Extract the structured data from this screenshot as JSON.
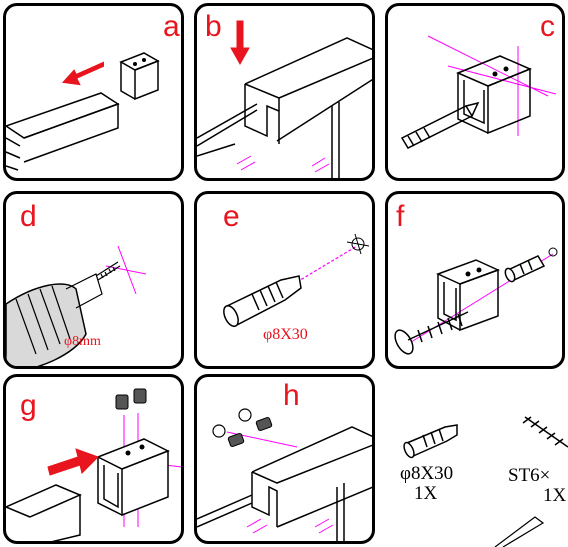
{
  "panels": {
    "a": {
      "letter": "a"
    },
    "b": {
      "letter": "b"
    },
    "c": {
      "letter": "c"
    },
    "d": {
      "letter": "d",
      "caption": "φ8mm"
    },
    "e": {
      "letter": "e",
      "caption": "φ8X30"
    },
    "f": {
      "letter": "f"
    },
    "g": {
      "letter": "g"
    },
    "h": {
      "letter": "h"
    }
  },
  "parts": {
    "anchor_size": "φ8X30",
    "anchor_qty": "1X",
    "screw_size": "ST6×",
    "screw_qty": "1X"
  },
  "colors": {
    "accent": "#e8141e",
    "guide": "#ff00ff",
    "line": "#000000"
  }
}
